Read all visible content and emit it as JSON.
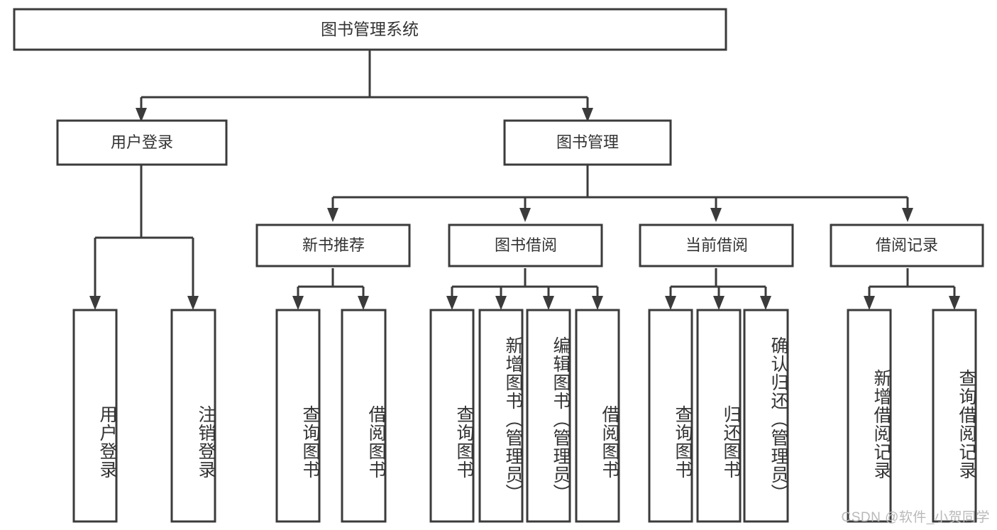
{
  "diagram": {
    "title": "图书管理系统",
    "watermark": "CSDN @软件_小贺同学",
    "colors": {
      "stroke": "#3b3b3b",
      "fill": "#ffffff",
      "text": "#333333",
      "watermark": "#b9b9b9",
      "background": "#ffffff"
    },
    "levels": {
      "root": {
        "label": "图书管理系统"
      },
      "level2": [
        {
          "label": "用户登录"
        },
        {
          "label": "图书管理"
        }
      ],
      "level3": [
        {
          "label": "新书推荐"
        },
        {
          "label": "图书借阅"
        },
        {
          "label": "当前借阅"
        },
        {
          "label": "借阅记录"
        }
      ],
      "leaves": {
        "user_login": [
          {
            "label": "用户登录"
          },
          {
            "label": "注销登录"
          }
        ],
        "new_book": [
          {
            "label": "查询图书"
          },
          {
            "label": "借阅图书"
          }
        ],
        "borrow_book": [
          {
            "label": "查询图书"
          },
          {
            "label": "新增图书（管理员）"
          },
          {
            "label": "编辑图书（管理员）"
          },
          {
            "label": "借阅图书"
          }
        ],
        "current_borrow": [
          {
            "label": "查询图书"
          },
          {
            "label": "归还图书"
          },
          {
            "label": "确认归还（管理员）"
          }
        ],
        "borrow_record": [
          {
            "label": "新增借阅记录"
          },
          {
            "label": "查询借阅记录"
          }
        ]
      }
    }
  }
}
